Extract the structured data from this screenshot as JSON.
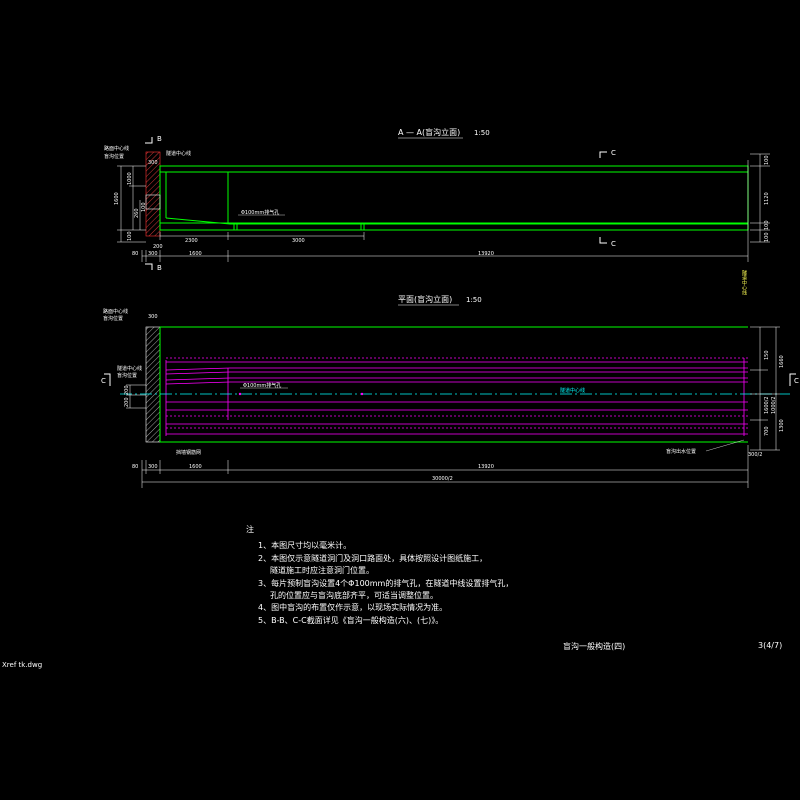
{
  "section_aa": {
    "title": "A — A(盲沟立面)",
    "scale": "1:50",
    "cut_b_top": "B",
    "cut_b_bottom": "B",
    "cut_c_top": "C",
    "cut_c_bottom": "C",
    "callout_top": "隧道中心线",
    "callout_left_1": "路面中心线",
    "callout_left_2": "盲沟位置",
    "pipe_label": "Φ100mm排气孔",
    "left_dims": [
      "1600",
      "1000",
      "260",
      "100",
      "100"
    ],
    "right_dims": [
      "100",
      "1120",
      "100",
      "100"
    ],
    "bottom_dims_row1": [
      "200",
      "2300",
      "3000"
    ],
    "bottom_dims_row2": [
      "80",
      "300",
      "1600",
      "13920"
    ],
    "small_dims": [
      "300",
      "200",
      "300"
    ]
  },
  "section_plan": {
    "title": "平面(盲沟立面)",
    "scale": "1:50",
    "cut_c_left": "C",
    "cut_c_right": "C",
    "callout_left_1": "路面中心线",
    "callout_left_2": "盲沟位置",
    "callout_left_3": "隧道中心线",
    "callout_left_4": "盲沟位置",
    "pipe_label": "Φ100mm排气孔",
    "center_label": "隧道中心线",
    "bottom_left_label": "挡墙钢筋网",
    "bottom_right_label": "盲沟出水位置",
    "right_vertical_label": "隧道中心线",
    "right_dims": [
      "150",
      "1660",
      "1600/2",
      "1000/2",
      "700",
      "1300"
    ],
    "left_dims": [
      "300",
      "100",
      "200",
      "200"
    ],
    "bottom_dims_row1": [
      "80",
      "300",
      "1600",
      "13920"
    ],
    "bottom_total": "30000/2",
    "top_dim": "300",
    "corner_label": "300/2"
  },
  "notes": {
    "header": "注",
    "items": [
      "1、本图尺寸均以毫米计。",
      "2、本图仅示意隧道洞门及洞口路面处，具体按照设计图纸施工，",
      "隧道施工时应注意洞门位置。",
      "3、每片预制盲沟设置4个Φ100mm的排气孔，在隧道中线设置排气孔，",
      "孔的位置应与盲沟底部齐平，可适当调整位置。",
      "4、图中盲沟的布置仅作示意，以现场实际情况为准。",
      "5、B-B、C-C截面详见《盲沟一般构造(六)、(七)》。"
    ]
  },
  "drawing_title": "盲沟一般构造(四)",
  "sheet_number": "3(4/7)",
  "filename": "Xref tk.dwg",
  "colors": {
    "background": "#000000",
    "green": "#00ff00",
    "magenta": "#ff00ff",
    "cyan": "#00ffff",
    "white": "#ffffff",
    "yellow": "#ffff00",
    "hatch": "#ff3333"
  }
}
